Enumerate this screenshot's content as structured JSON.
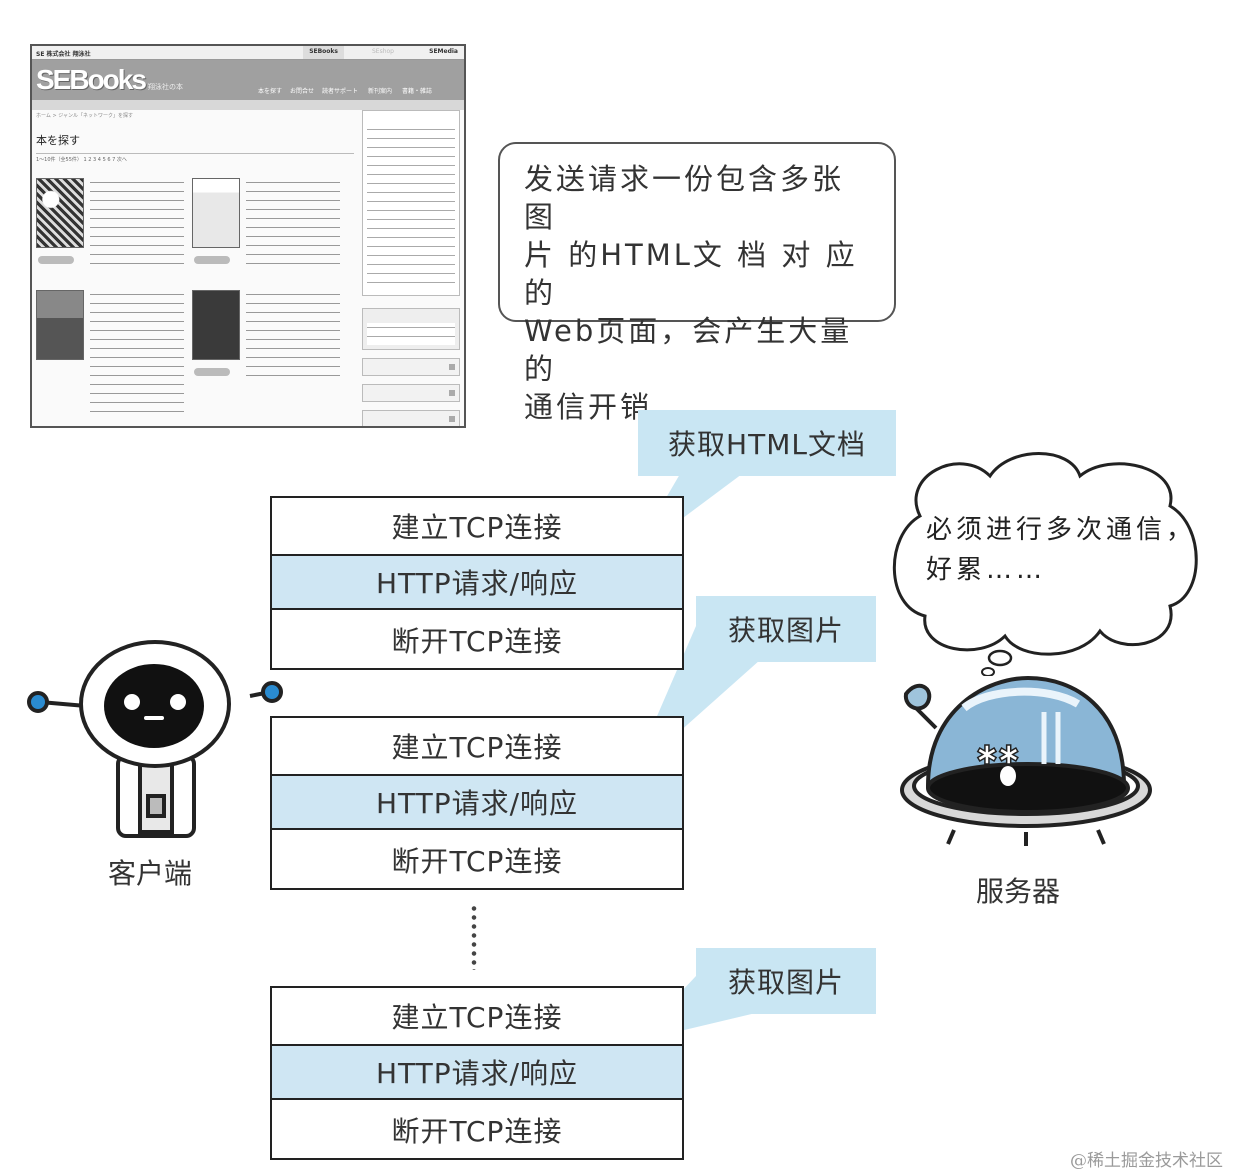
{
  "site": {
    "topbar_left": "SE 株式会社 翔泳社",
    "tabs": [
      "SEBooks",
      "SEshop",
      "SEMedia"
    ],
    "logo": "SEBooks",
    "logo_sub": "翔泳社の本",
    "nav": [
      "本を探す",
      "お問合せ",
      "読者サポート",
      "新刊案内",
      "書籍・雑誌"
    ],
    "breadcrumb": "ホーム > ジャンル「ネットワーク」を探す",
    "heading": "本を探す",
    "pager": "1〜10件（全55件）  1 2 3 4 5 6 7 次へ"
  },
  "speech": {
    "lines": [
      "发送请求一份包含多张图",
      "片 的HTML文 档 对 应 的",
      "Web页面，会产生大量的",
      "通信开销。"
    ]
  },
  "stacks": [
    {
      "tag": "获取HTML文档",
      "rows": [
        "建立TCP连接",
        "HTTP请求/响应",
        "断开TCP连接"
      ]
    },
    {
      "tag": "获取图片",
      "rows": [
        "建立TCP连接",
        "HTTP请求/响应",
        "断开TCP连接"
      ]
    },
    {
      "tag": "获取图片",
      "rows": [
        "建立TCP连接",
        "HTTP请求/响应",
        "断开TCP连接"
      ]
    }
  ],
  "client_label": "客户端",
  "server_label": "服务器",
  "thought": {
    "lines": [
      "必须进行多次通信，",
      "好累……"
    ]
  },
  "watermark": "@稀土掘金技术社区",
  "colors": {
    "highlight": "#cfe6f3",
    "callout": "#c9e6f3",
    "client_eye": "#2a8bd0"
  }
}
